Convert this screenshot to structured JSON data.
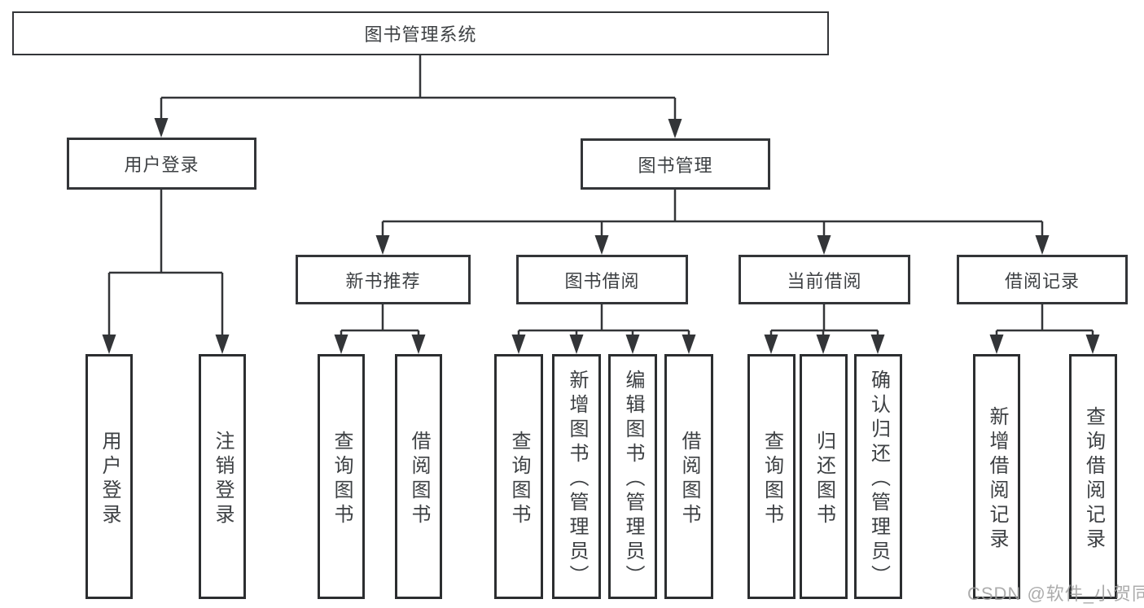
{
  "diagram": {
    "root": "图书管理系统",
    "branches": [
      {
        "label": "用户登录",
        "children": [
          {
            "label": "用户登录"
          },
          {
            "label": "注销登录"
          }
        ]
      },
      {
        "label": "图书管理",
        "children": [
          {
            "label": "新书推荐",
            "children": [
              {
                "label": "查询图书"
              },
              {
                "label": "借阅图书"
              }
            ]
          },
          {
            "label": "图书借阅",
            "children": [
              {
                "label": "查询图书"
              },
              {
                "label": "新增图书（管理员）"
              },
              {
                "label": "编辑图书（管理员）"
              },
              {
                "label": "借阅图书"
              }
            ]
          },
          {
            "label": "当前借阅",
            "children": [
              {
                "label": "查询图书"
              },
              {
                "label": "归还图书"
              },
              {
                "label": "确认归还（管理员）"
              }
            ]
          },
          {
            "label": "借阅记录",
            "children": [
              {
                "label": "新增借阅记录"
              },
              {
                "label": "查询借阅记录"
              }
            ]
          }
        ]
      }
    ]
  },
  "watermark": {
    "text": "CSDN @软件_小贺同学"
  },
  "colors": {
    "line": "#333538",
    "box_border": "#2c2e30",
    "text": "#3d4043",
    "watermark": "#9e9e9e",
    "background": "#ffffff"
  }
}
